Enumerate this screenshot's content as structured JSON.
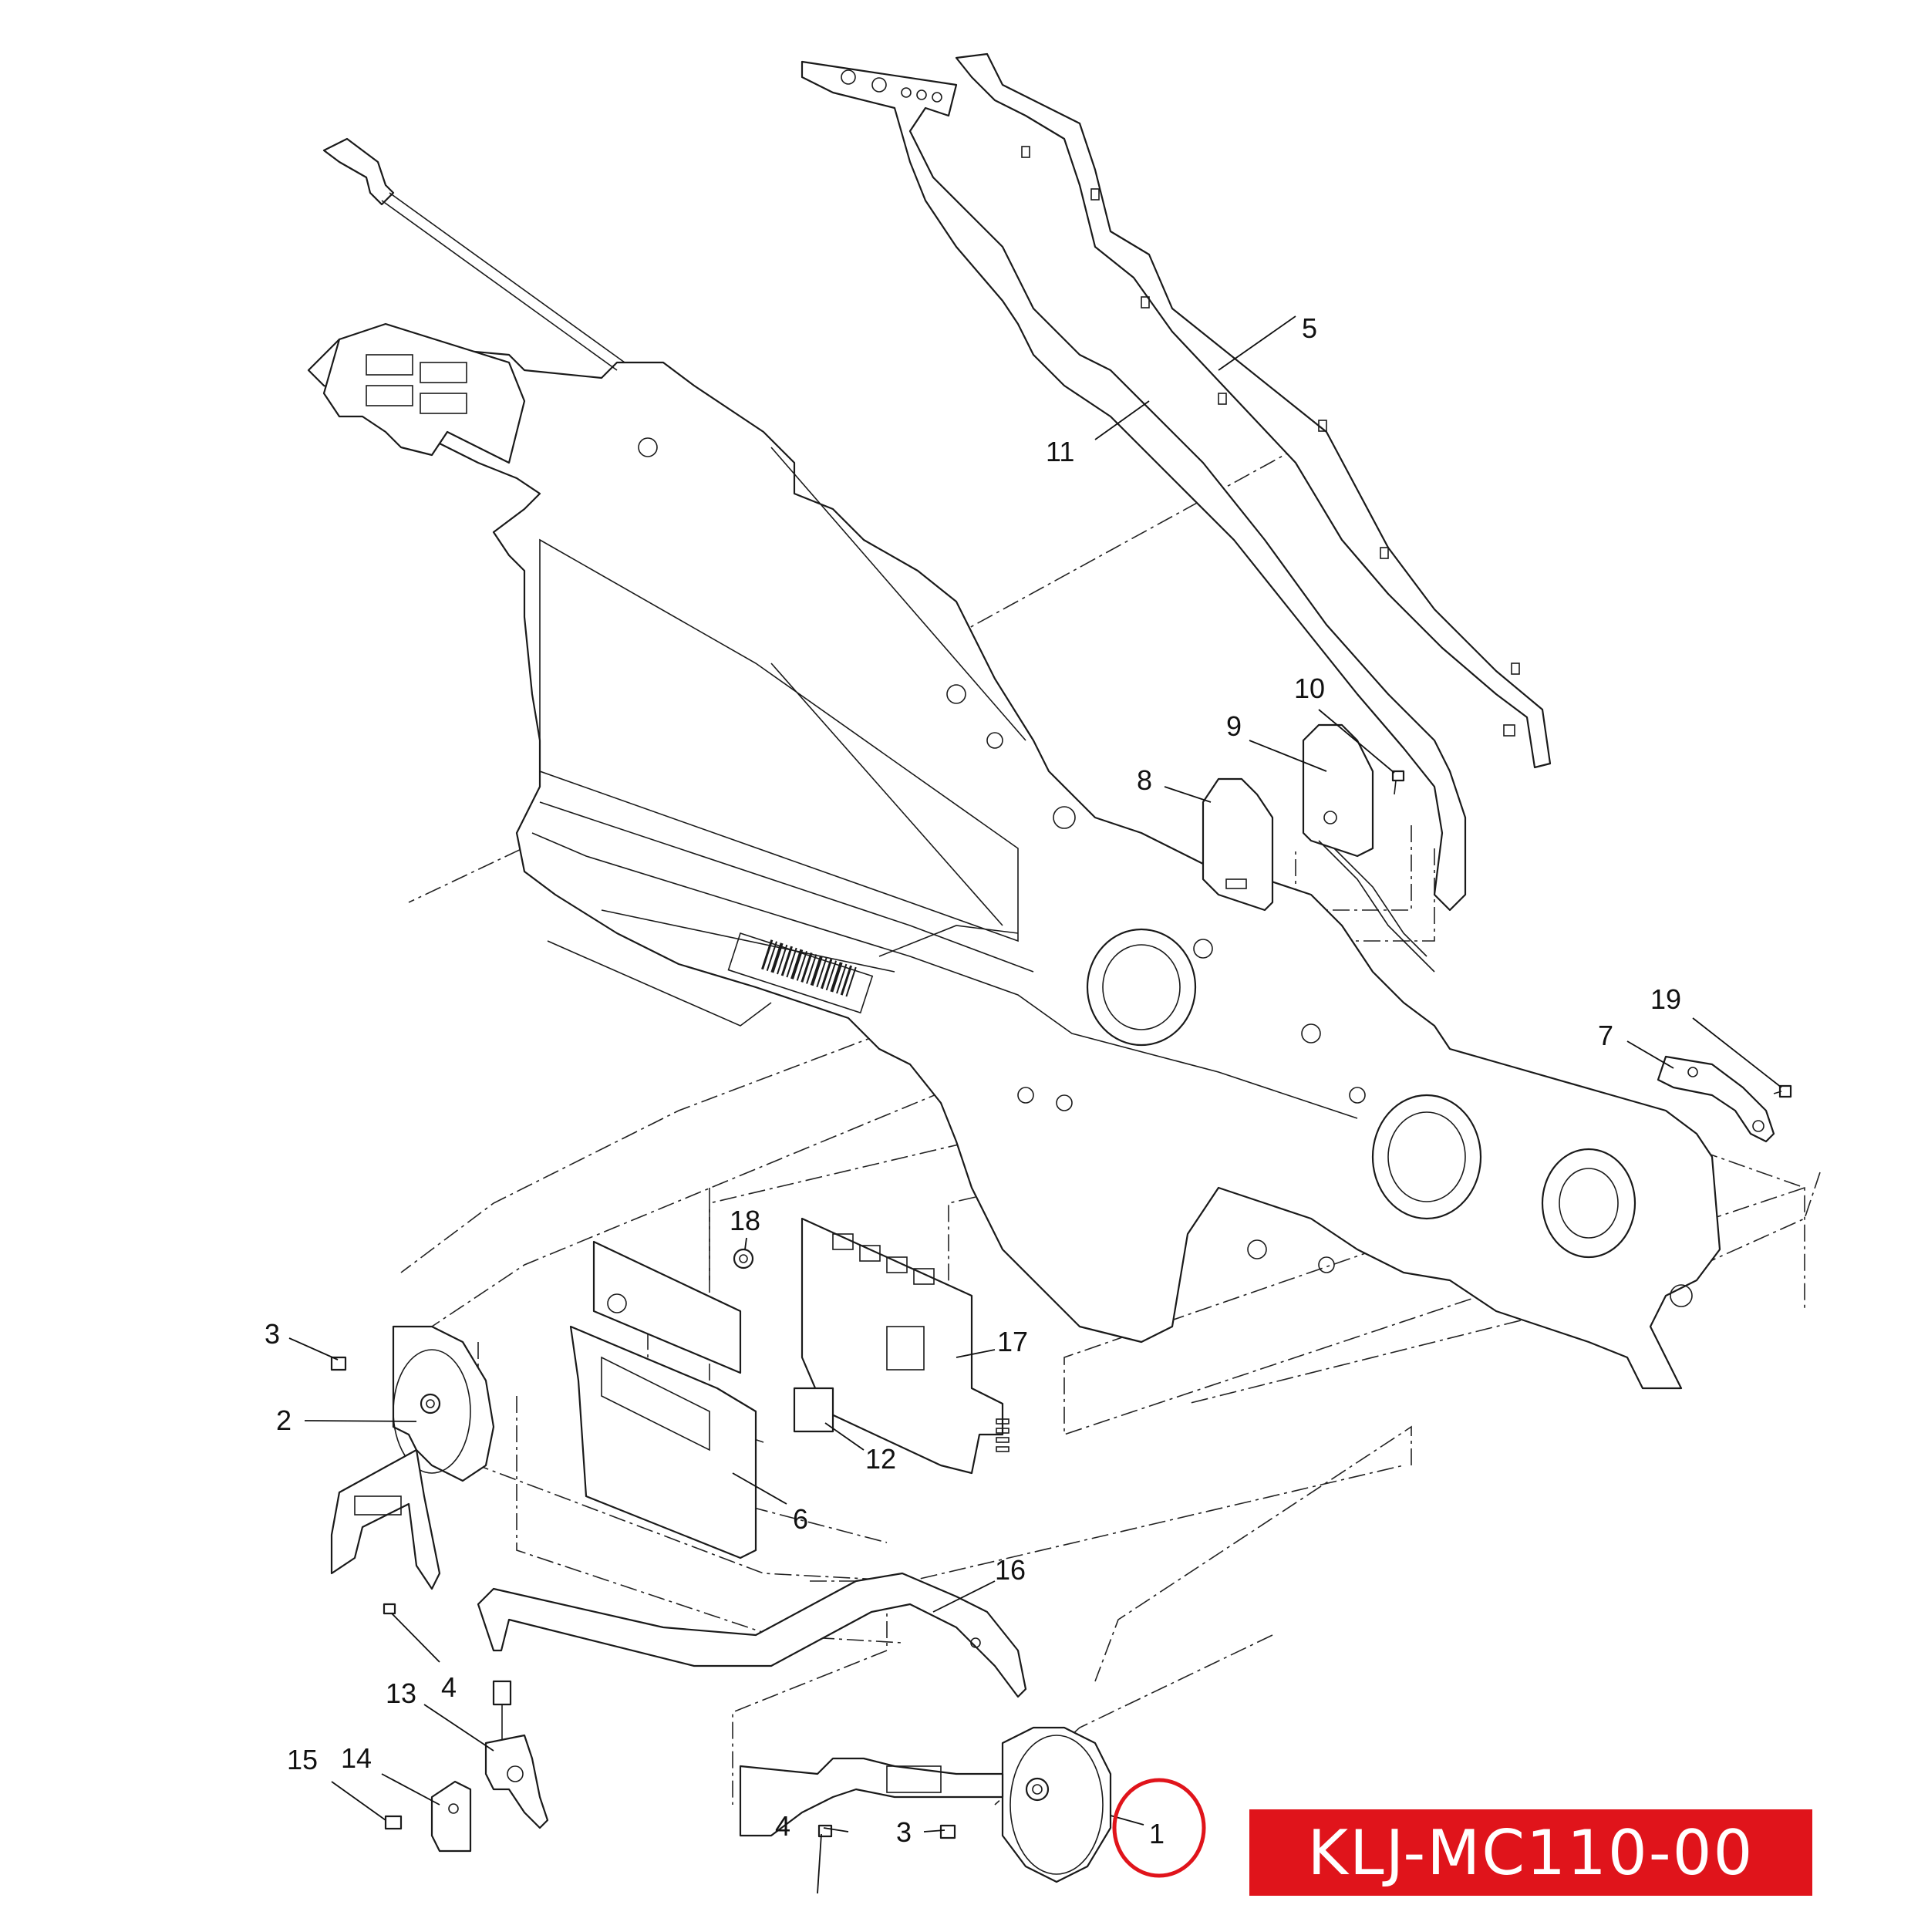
{
  "diagram": {
    "callouts": [
      {
        "id": "1",
        "label": "1"
      },
      {
        "id": "2",
        "label": "2"
      },
      {
        "id": "3a",
        "label": "3"
      },
      {
        "id": "3b",
        "label": "3"
      },
      {
        "id": "4a",
        "label": "4"
      },
      {
        "id": "4b",
        "label": "4"
      },
      {
        "id": "5",
        "label": "5"
      },
      {
        "id": "6",
        "label": "6"
      },
      {
        "id": "7",
        "label": "7"
      },
      {
        "id": "8",
        "label": "8"
      },
      {
        "id": "9",
        "label": "9"
      },
      {
        "id": "10",
        "label": "10"
      },
      {
        "id": "11",
        "label": "11"
      },
      {
        "id": "12",
        "label": "12"
      },
      {
        "id": "13",
        "label": "13"
      },
      {
        "id": "14",
        "label": "14"
      },
      {
        "id": "15",
        "label": "15"
      },
      {
        "id": "16",
        "label": "16"
      },
      {
        "id": "17",
        "label": "17"
      },
      {
        "id": "18",
        "label": "18"
      },
      {
        "id": "19",
        "label": "19"
      }
    ],
    "part_number": "KLJ-MC110-00",
    "colors": {
      "banner": "#e0141b",
      "highlight_circle": "#e0141b",
      "line": "#1a1a1a"
    }
  }
}
